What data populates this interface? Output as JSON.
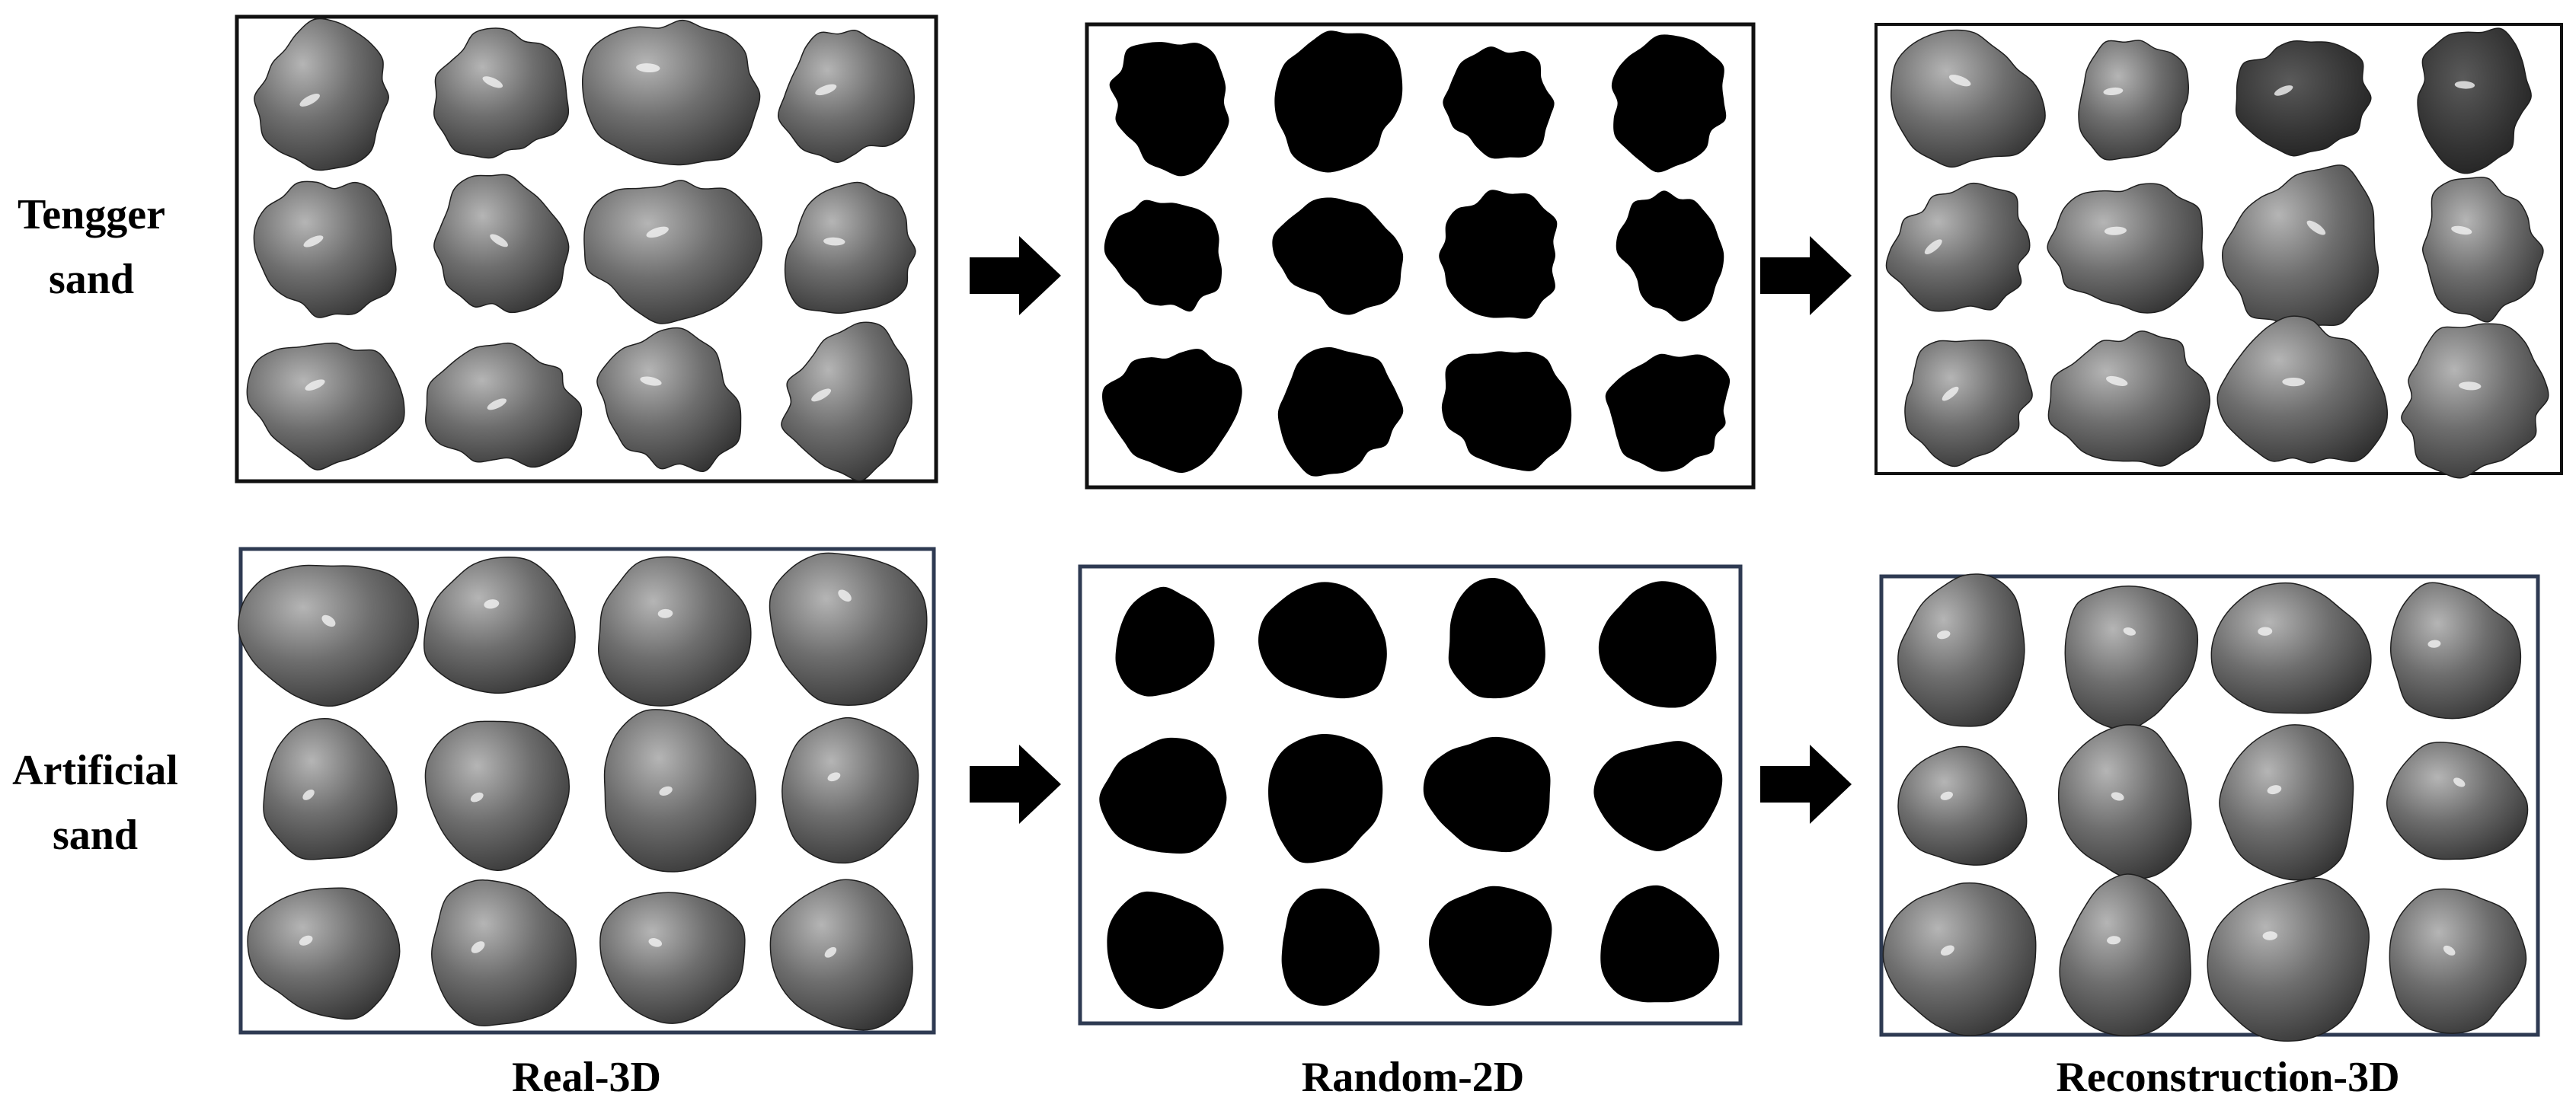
{
  "rows": [
    {
      "label_line1": "Tengger",
      "label_line2": "sand",
      "particle_style": "angular"
    },
    {
      "label_line1": "Artificial",
      "label_line2": "sand",
      "particle_style": "rounded"
    }
  ],
  "columns": [
    {
      "label": "Real-3D",
      "panel_type": "rendered-3d"
    },
    {
      "label": "Random-2D",
      "panel_type": "binary-silhouette"
    },
    {
      "label": "Reconstruction-3D",
      "panel_type": "rendered-3d"
    }
  ],
  "grid": {
    "rows_per_panel": 3,
    "cols_per_panel": 4
  },
  "arrow_icon": "right-arrow-icon",
  "colors": {
    "background": "#ffffff",
    "silhouette": "#000000",
    "tengger_frame": "#111111",
    "artificial_frame": "#2e3a52",
    "particle_dark": "#2b2b2b",
    "particle_mid": "#6e6e6e",
    "particle_light": "#b5b5b5"
  }
}
